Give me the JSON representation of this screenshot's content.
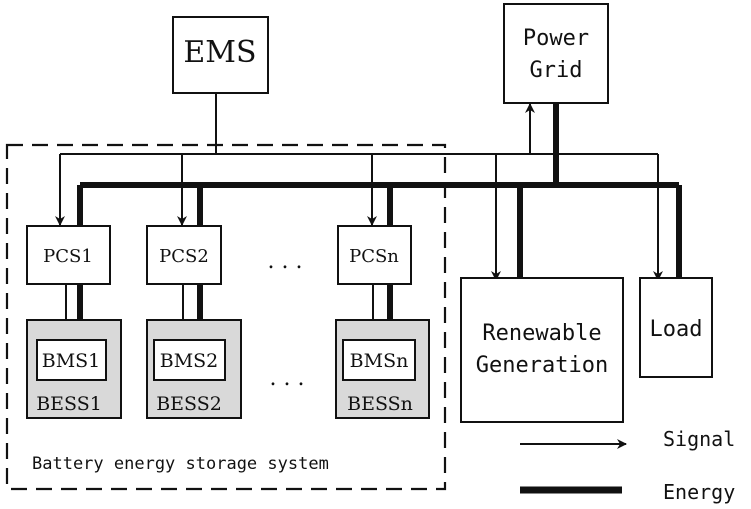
{
  "nodes": {
    "ems": "EMS",
    "power_grid_line1": "Power",
    "power_grid_line2": "Grid",
    "pcs1": "PCS1",
    "pcs2": "PCS2",
    "pcsn": "PCSn",
    "bms1": "BMS1",
    "bms2": "BMS2",
    "bmsn": "BMSn",
    "bess1": "BESS1",
    "bess2": "BESS2",
    "bessn": "BESSn",
    "renewable_line1": "Renewable",
    "renewable_line2": "Generation",
    "load": "Load"
  },
  "ellipsis_top": ". . .",
  "ellipsis_bottom": ". . .",
  "group_label": "Battery energy storage system",
  "legend": {
    "signal": "Signal",
    "energy": "Energy"
  }
}
